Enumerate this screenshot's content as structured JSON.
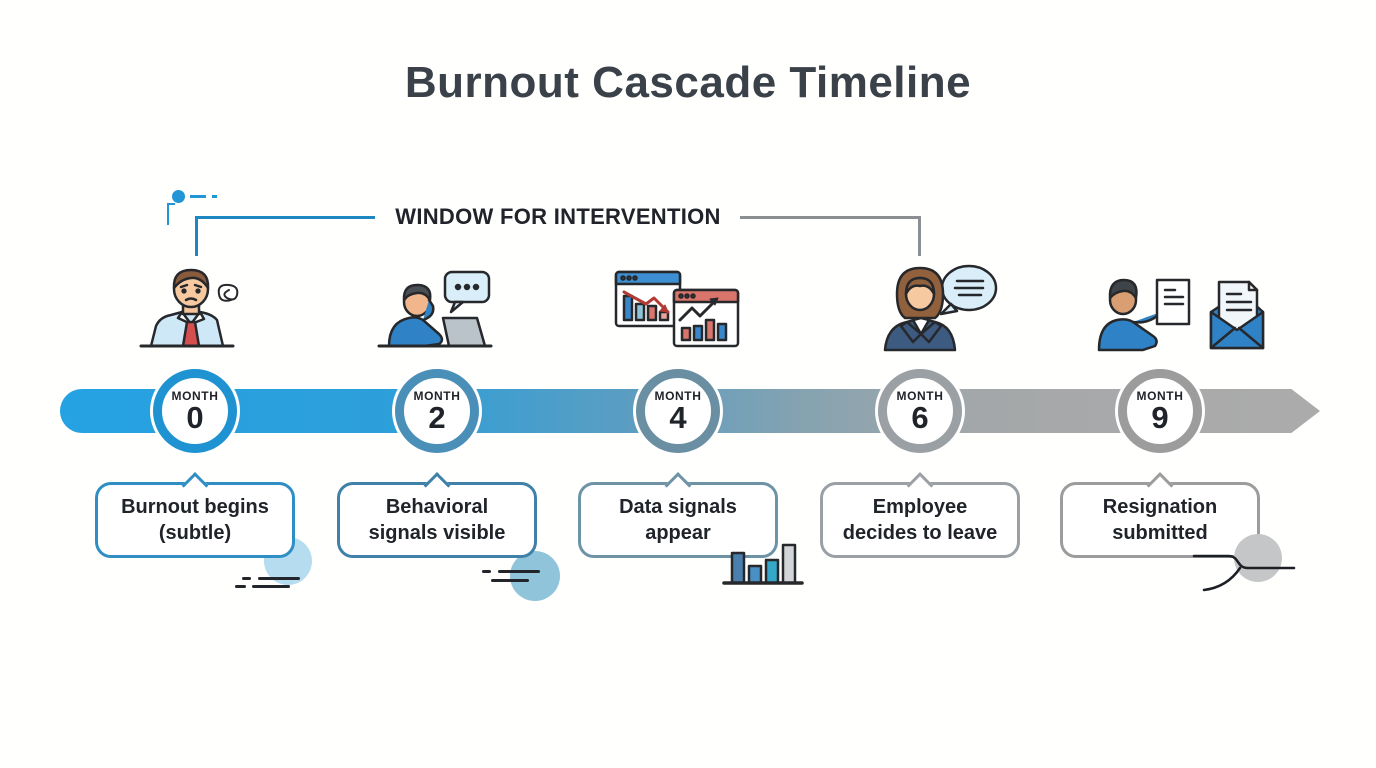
{
  "title": "Burnout Cascade Timeline",
  "intervention": {
    "label": "WINDOW FOR INTERVENTION",
    "start_month_number": "0",
    "end_month_number": "6",
    "left_bracket_color": "#1d87c2",
    "right_bracket_color": "#8c8f92"
  },
  "timeline": {
    "direction": "left-to-right",
    "bar_start_color": "#25a2e3",
    "bar_end_color": "#ababab",
    "arrowhead_color": "#ababab"
  },
  "months": [
    {
      "label": "MONTH",
      "number": "0",
      "line1": "Burnout begins",
      "line2": "(subtle)",
      "icon": "stressed-employee-icon",
      "ring_color": "#1f93d2",
      "box_border_color": "#2f8fc4"
    },
    {
      "label": "MONTH",
      "number": "2",
      "line1": "Behavioral",
      "line2": "signals visible",
      "icon": "employee-at-laptop-icon",
      "ring_color": "#4a8fb8",
      "box_border_color": "#3f81a8"
    },
    {
      "label": "MONTH",
      "number": "4",
      "line1": "Data signals",
      "line2": "appear",
      "icon": "analytics-dashboards-icon",
      "ring_color": "#6b8fa2",
      "box_border_color": "#6e93a6"
    },
    {
      "label": "MONTH",
      "number": "6",
      "line1": "Employee",
      "line2": "decides to leave",
      "icon": "employee-speaking-icon",
      "ring_color": "#9aa0a3",
      "box_border_color": "#9aa0a3"
    },
    {
      "label": "MONTH",
      "number": "9",
      "line1": "Resignation",
      "line2": "submitted",
      "icon": "resignation-letter-icon",
      "ring_color": "#9c9c9c",
      "box_border_color": "#9c9c9c"
    }
  ],
  "colors": {
    "title_text": "#3a4149",
    "body_text": "#20242a",
    "accent_blue": "#2196d6",
    "deco_light_blue": "#b5dcef",
    "deco_mid_blue": "#8fc4db",
    "deco_gray": "#c4c6c8"
  }
}
